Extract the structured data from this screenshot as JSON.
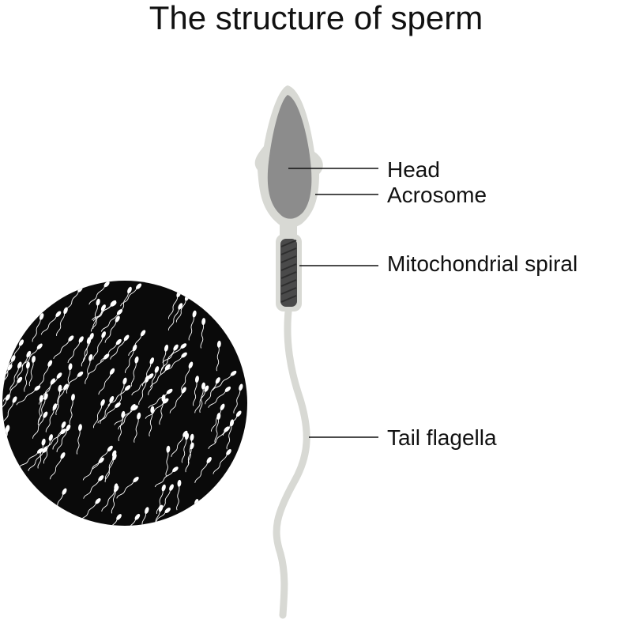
{
  "title": "The structure of sperm",
  "labels": {
    "head": "Head",
    "acrosome": "Acrosome",
    "mito": "Mitochondrial spiral",
    "tail": "Tail flagella"
  },
  "colors": {
    "outline": "#d8d9d4",
    "head_fill": "#8c8c8c",
    "midpiece_fill": "#4a4a4a",
    "text": "#111111",
    "leader": "#111111",
    "micro_bg": "#0a0a0a",
    "micro_cells": "#ffffff"
  },
  "icons": {
    "cluster": "microscope-view-of-sperm"
  }
}
